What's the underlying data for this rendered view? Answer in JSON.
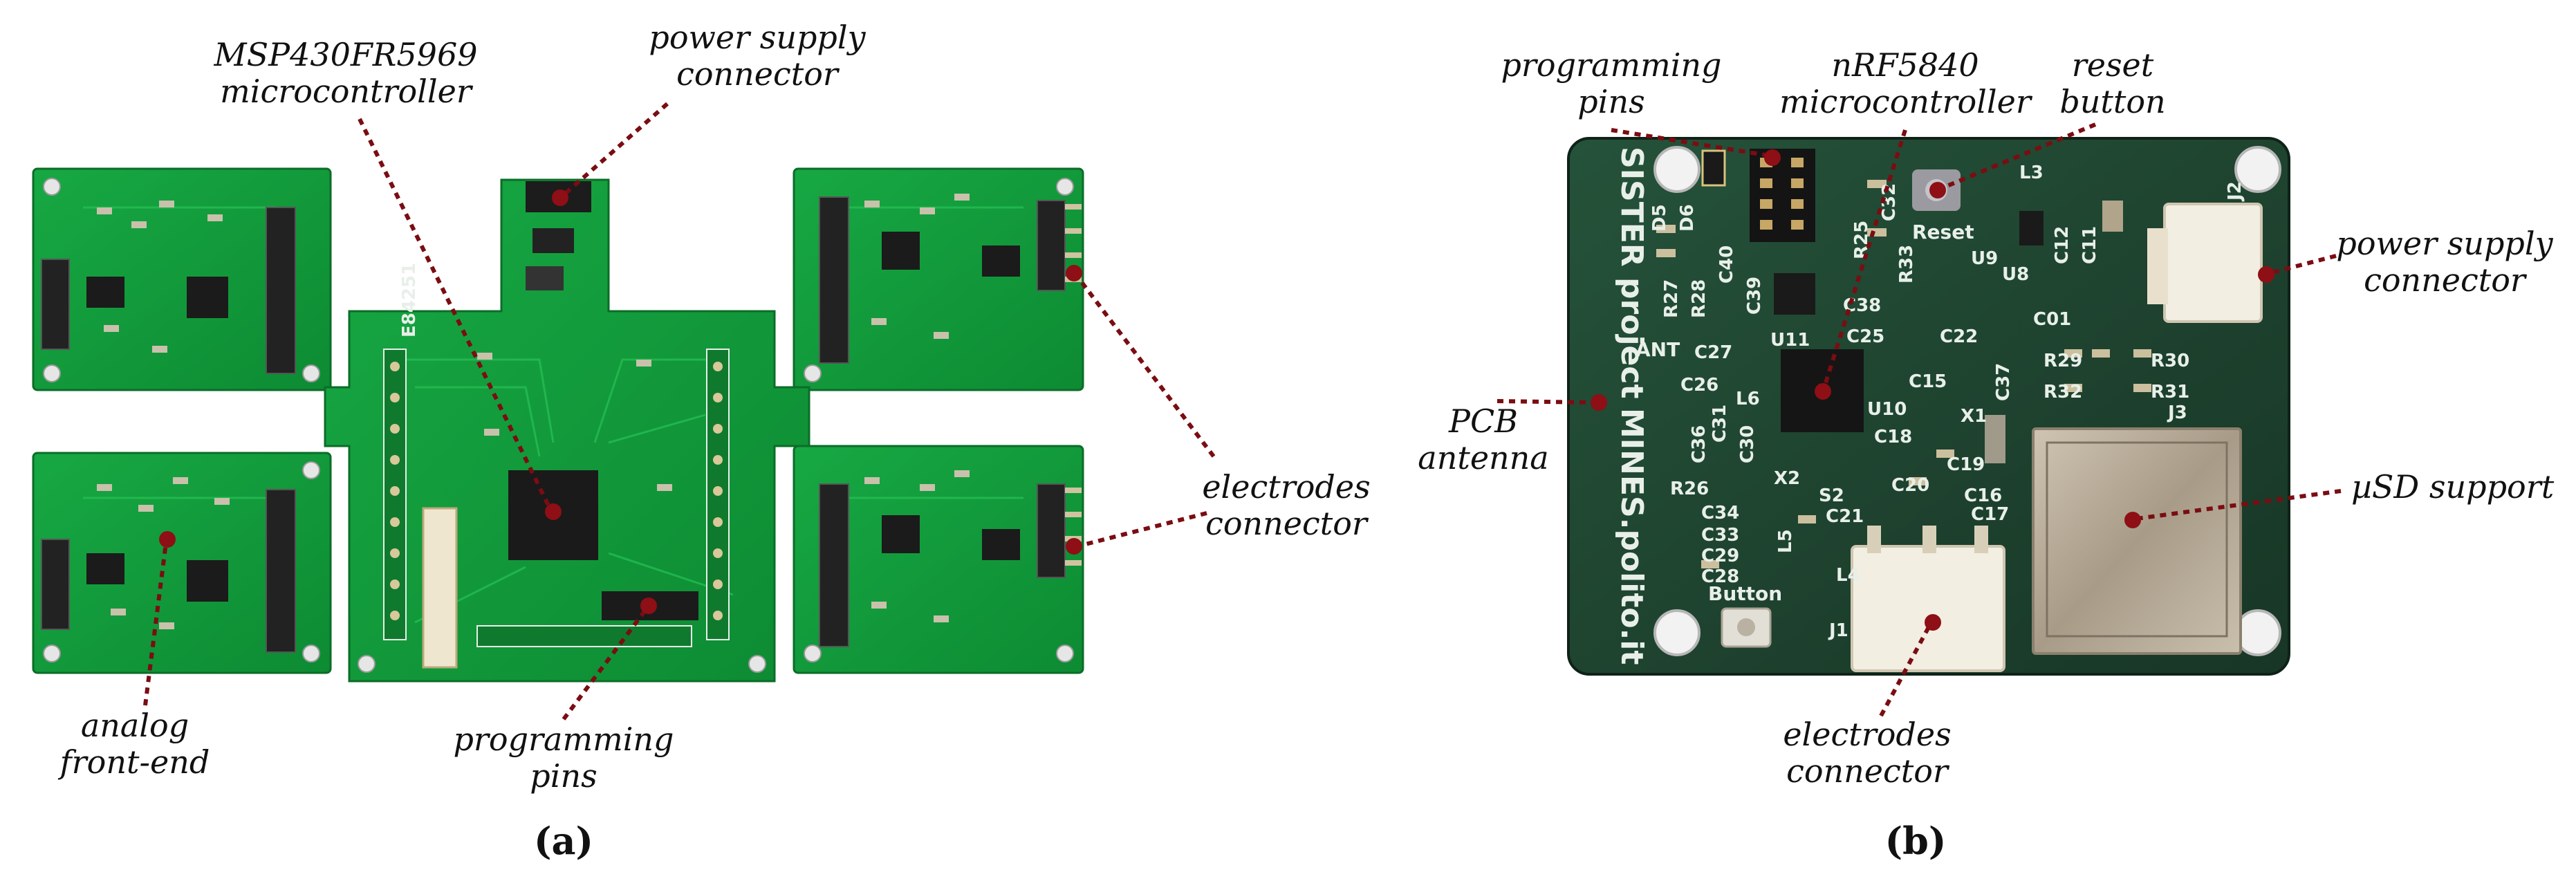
{
  "panels": [
    {
      "id": "a",
      "caption": "(a)",
      "labels": [
        {
          "key": "mcu",
          "lines": [
            "MSP430FR5969",
            "microcontroller"
          ]
        },
        {
          "key": "power",
          "lines": [
            "power supply",
            "connector"
          ]
        },
        {
          "key": "electrodes",
          "lines": [
            "electrodes",
            "connector"
          ]
        },
        {
          "key": "afe",
          "lines": [
            "analog",
            "front-end"
          ]
        },
        {
          "key": "prog",
          "lines": [
            "programming",
            "pins"
          ]
        }
      ]
    },
    {
      "id": "b",
      "caption": "(b)",
      "labels": [
        {
          "key": "prog",
          "lines": [
            "programming",
            "pins"
          ]
        },
        {
          "key": "mcu",
          "lines": [
            "nRF5840",
            "microcontroller"
          ]
        },
        {
          "key": "reset",
          "lines": [
            "reset",
            "button"
          ]
        },
        {
          "key": "power",
          "lines": [
            "power supply",
            "connector"
          ]
        },
        {
          "key": "antenna",
          "lines": [
            "PCB",
            "antenna"
          ]
        },
        {
          "key": "usd",
          "lines": [
            "µSD support"
          ]
        },
        {
          "key": "electrodes",
          "lines": [
            "electrodes",
            "connector"
          ]
        }
      ],
      "silkscreen": {
        "project": "SISTER project",
        "site": "MINES.polito.it",
        "ant": "ANT",
        "reset": "Reset",
        "button": "Button",
        "refs": [
          "D5",
          "D6",
          "R27",
          "R28",
          "C40",
          "R25",
          "C32",
          "L3",
          "U9",
          "U8",
          "C12",
          "C11",
          "J2",
          "C01",
          "C38",
          "C39",
          "R33",
          "C27",
          "U11",
          "C25",
          "C22",
          "R29",
          "R30",
          "C26",
          "L6",
          "C15",
          "C37",
          "R32",
          "R31",
          "J3",
          "C31",
          "U10",
          "C36",
          "C30",
          "C18",
          "X1",
          "C19",
          "C20",
          "C16",
          "R26",
          "X2",
          "S2",
          "C17",
          "C34",
          "C33",
          "C29",
          "C28",
          "C21",
          "L4",
          "L5",
          "J1"
        ]
      },
      "bare_silk_label": "E84251"
    }
  ],
  "colors": {
    "pcb_a": "#129a3a",
    "pcb_b": "#1d3f2c",
    "leader": "#7a0d12",
    "marker": "#8e0f15"
  }
}
